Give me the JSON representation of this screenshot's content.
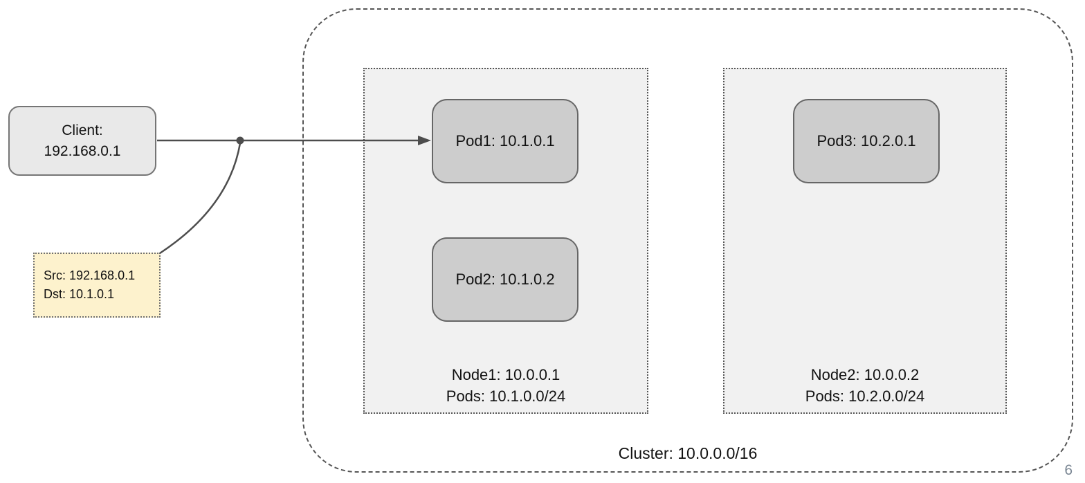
{
  "diagram": {
    "client": {
      "line1": "Client:",
      "line2": "192.168.0.1"
    },
    "packet_callout": {
      "src": "Src: 192.168.0.1",
      "dst": "Dst: 10.1.0.1"
    },
    "cluster": {
      "label": "Cluster: 10.0.0.0/16",
      "nodes": [
        {
          "label": "Node1: 10.0.0.1",
          "pods_cidr": "Pods: 10.1.0.0/24",
          "pods": [
            {
              "label": "Pod1: 10.1.0.1"
            },
            {
              "label": "Pod2: 10.1.0.2"
            }
          ]
        },
        {
          "label": "Node2: 10.0.0.2",
          "pods_cidr": "Pods: 10.2.0.0/24",
          "pods": [
            {
              "label": "Pod3: 10.2.0.1"
            }
          ]
        }
      ]
    },
    "connections": [
      {
        "from": "client-box",
        "to": "pod1-box",
        "type": "arrow"
      },
      {
        "from": "arrow-junction-dot",
        "to": "packet-callout",
        "type": "curve"
      }
    ]
  },
  "page": {
    "number": "6"
  },
  "colors": {
    "background": "#ffffff",
    "cluster_border": "#555555",
    "node_fill": "#f1f1f1",
    "node_border": "#555555",
    "pod_fill": "#cdcdcd",
    "pod_border": "#666666",
    "client_fill": "#e9e9e9",
    "client_border": "#757575",
    "packet_fill": "#fdf2cd",
    "packet_border": "#707070",
    "connector": "#4d4d4d",
    "slide_number": "#7b8794",
    "text": "#111111"
  }
}
